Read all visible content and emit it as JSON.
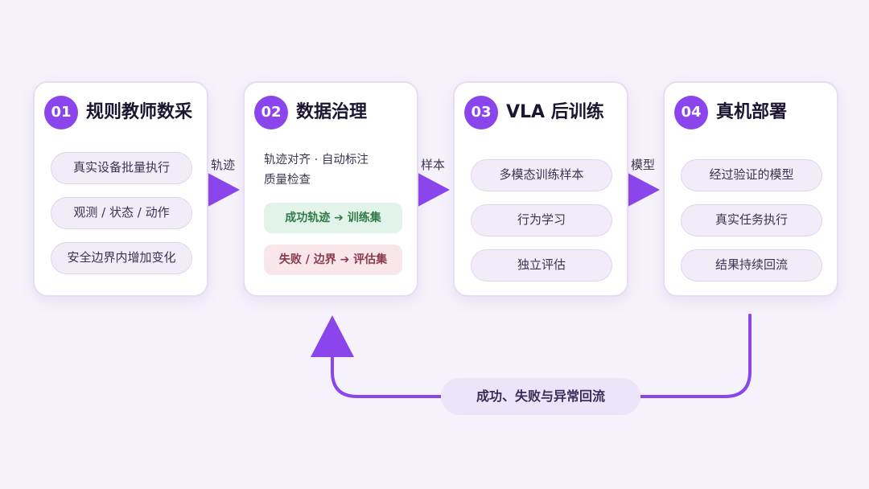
{
  "steps": [
    {
      "num": "01",
      "title": "规则教师数采",
      "items": [
        "真实设备批量执行",
        "观测 / 状态 / 动作",
        "安全边界内增加变化"
      ]
    },
    {
      "num": "02",
      "title": "数据治理",
      "desc": [
        "轨迹对齐 · 自动标注",
        "质量检查"
      ],
      "tags": [
        "成功轨迹 ➔ 训练集",
        "失败 / 边界 ➔ 评估集"
      ]
    },
    {
      "num": "03",
      "title": "VLA 后训练",
      "items": [
        "多模态训练样本",
        "行为学习",
        "独立评估"
      ]
    },
    {
      "num": "04",
      "title": "真机部署",
      "items": [
        "经过验证的模型",
        "真实任务执行",
        "结果持续回流"
      ]
    }
  ],
  "connectors": [
    "轨迹",
    "样本",
    "模型"
  ],
  "feedback": "成功、失败与异常回流",
  "colors": {
    "accent": "#8b45ec",
    "background": "#f6f2fb",
    "success_bg": "#e2f3e9",
    "fail_bg": "#f8e6ea"
  }
}
